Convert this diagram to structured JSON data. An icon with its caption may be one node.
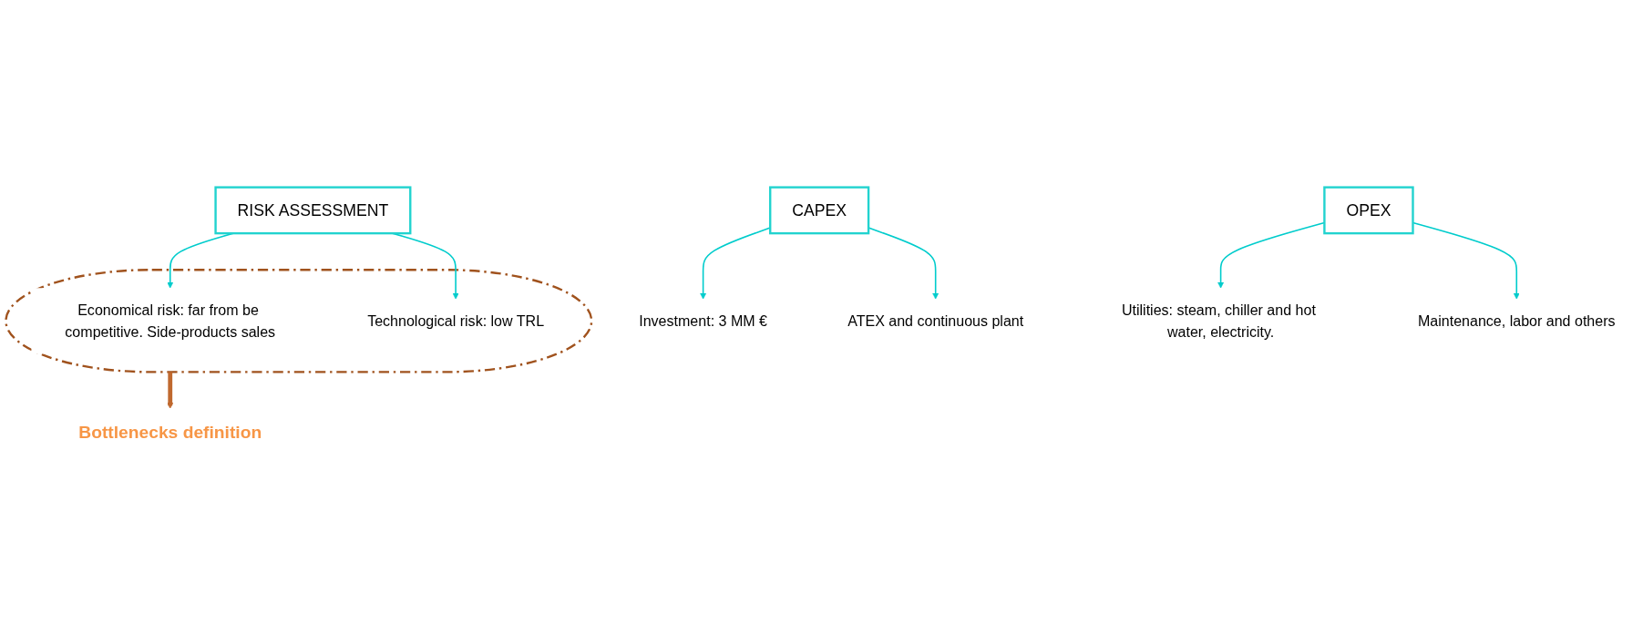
{
  "diagram": {
    "nodes": [
      {
        "text": [
          "CAPEX"
        ]
      },
      {
        "text": [
          "OPEX"
        ]
      },
      {
        "text": [
          "RISK ASSESSMENT"
        ]
      },
      {
        "text": [
          "Investment: 3 MM €"
        ]
      },
      {
        "text": [
          "ATEX and continuous plant"
        ]
      },
      {
        "text": [
          "Utilities: steam, chiller and hot water, electricity."
        ]
      },
      {
        "text": [
          "Maintenance, labor and others"
        ]
      },
      {
        "text": [],
        "shape": "ellipse"
      },
      {
        "text": [
          "Economical risk: far from be competitive. Side-products sales"
        ],
        "in": 7
      },
      {
        "text": [
          "Technological risk: low TRL"
        ],
        "in": 7
      },
      {
        "text": [
          "Bottlenecks definition"
        ]
      }
    ],
    "edges": [
      {
        "from": 0,
        "to": 3,
        "arrow": "to"
      },
      {
        "from": 0,
        "to": 4,
        "arrow": "to"
      },
      {
        "from": 1,
        "to": 5,
        "arrow": "to"
      },
      {
        "from": 1,
        "to": 6,
        "arrow": "to"
      },
      {
        "from": 2,
        "to": 8,
        "arrow": "to"
      },
      {
        "from": 2,
        "to": 9,
        "arrow": "to"
      },
      {
        "from": 7,
        "to": 10,
        "arrow": "to",
        "style": "thick",
        "color": "#c0692f"
      }
    ]
  }
}
